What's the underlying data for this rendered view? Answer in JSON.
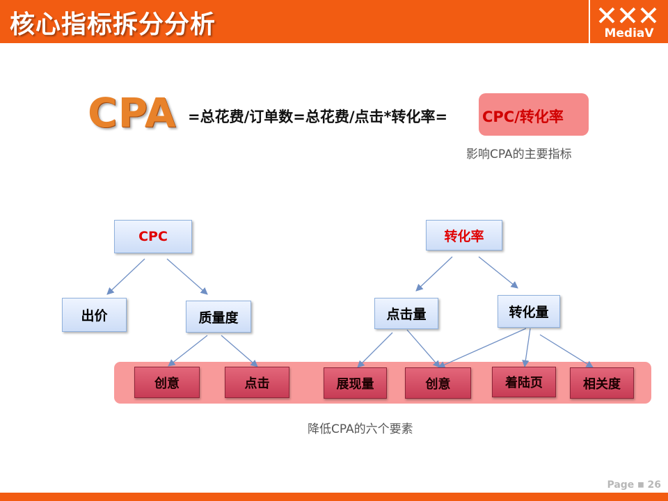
{
  "header": {
    "title": "核心指标拆分分析",
    "logo_text": "MediaV"
  },
  "formula": {
    "term": "CPA",
    "expression": "=总花费/订单数=总花费/点击*转化率=",
    "highlight": "CPC/转化率",
    "highlight_caption": "影响CPA的主要指标"
  },
  "tree": {
    "cpc": {
      "label": "CPC",
      "children": [
        "出价",
        "质量度"
      ]
    },
    "conversion_rate": {
      "label": "转化率",
      "children": [
        "点击量",
        "转化量"
      ]
    }
  },
  "factors": {
    "items": [
      "创意",
      "点击",
      "展现量",
      "创意",
      "着陆页",
      "相关度"
    ],
    "caption": "降低CPA的六个要素"
  },
  "footer": {
    "page_label": "Page",
    "page_number": "26"
  },
  "colors": {
    "header": "#f25c12",
    "cpa_text": "#e8822a",
    "highlight_bg": "#f58a8a",
    "highlight_text": "#d00000",
    "band": "#f89a9a",
    "node_blue": "#cdddf7",
    "node_pink": "#c73c55",
    "arrow": "#6f8fc4"
  }
}
